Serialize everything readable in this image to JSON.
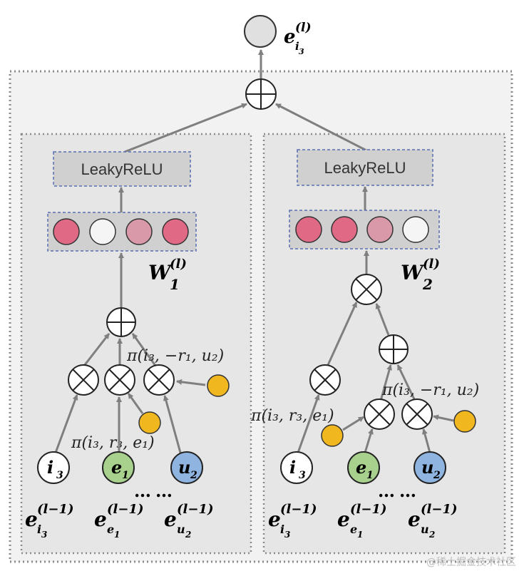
{
  "output": {
    "symbol": "e",
    "subscript": "i",
    "subsubscript": "3",
    "superscript": "(l)"
  },
  "left_branch": {
    "activation": "LeakyReLU",
    "weight": {
      "symbol": "W",
      "sub": "1",
      "sup": "(l)"
    },
    "attention_label": "π(i₃, −r₁, u₂)",
    "attention_label_2": "π(i₃, r₃, e₁)",
    "vector_colors": [
      "#e06a86",
      "#f5f5f5",
      "#d999a9",
      "#e06a86"
    ],
    "nodes": [
      {
        "label_main": "i",
        "label_sub": "3",
        "fill": "#ffffff"
      },
      {
        "label_main": "e",
        "label_sub": "1",
        "fill": "#a9d18e"
      },
      {
        "label_main": "u",
        "label_sub": "2",
        "fill": "#8fb4e0"
      }
    ],
    "ellipses": [
      "…",
      "…"
    ],
    "embeddings": [
      {
        "main": "e",
        "sub": "i",
        "subsub": "3",
        "sup": "(l−1)"
      },
      {
        "main": "e",
        "sub": "e",
        "subsub": "1",
        "sup": "(l−1)"
      },
      {
        "main": "e",
        "sub": "u",
        "subsub": "2",
        "sup": "(l−1)"
      }
    ]
  },
  "right_branch": {
    "activation": "LeakyReLU",
    "weight": {
      "symbol": "W",
      "sub": "2",
      "sup": "(l)"
    },
    "attention_label": "π(i₃, −r₁, u₂)",
    "attention_label_2": "π(i₃, r₃, e₁)",
    "vector_colors": [
      "#e06a86",
      "#e06a86",
      "#d999a9",
      "#f5f5f5"
    ],
    "nodes": [
      {
        "label_main": "i",
        "label_sub": "3",
        "fill": "#ffffff"
      },
      {
        "label_main": "e",
        "label_sub": "1",
        "fill": "#a9d18e"
      },
      {
        "label_main": "u",
        "label_sub": "2",
        "fill": "#8fb4e0"
      }
    ],
    "ellipses": [
      "…",
      "…"
    ],
    "embeddings": [
      {
        "main": "e",
        "sub": "i",
        "subsub": "3",
        "sup": "(l−1)"
      },
      {
        "main": "e",
        "sub": "e",
        "subsub": "1",
        "sup": "(l−1)"
      },
      {
        "main": "e",
        "sub": "u",
        "subsub": "2",
        "sup": "(l−1)"
      }
    ]
  },
  "watermark": "@稀土掘金技术社区",
  "colors": {
    "outer_panel": "#f2f2f2",
    "inner_panel": "#e6e6e6",
    "activation_box": "#d0d0d0",
    "dash_blue": "#5a6fb0",
    "arrow": "#7f7f7f",
    "output_node": "#e0e0e0",
    "yellow_node": "#f0b81e"
  }
}
